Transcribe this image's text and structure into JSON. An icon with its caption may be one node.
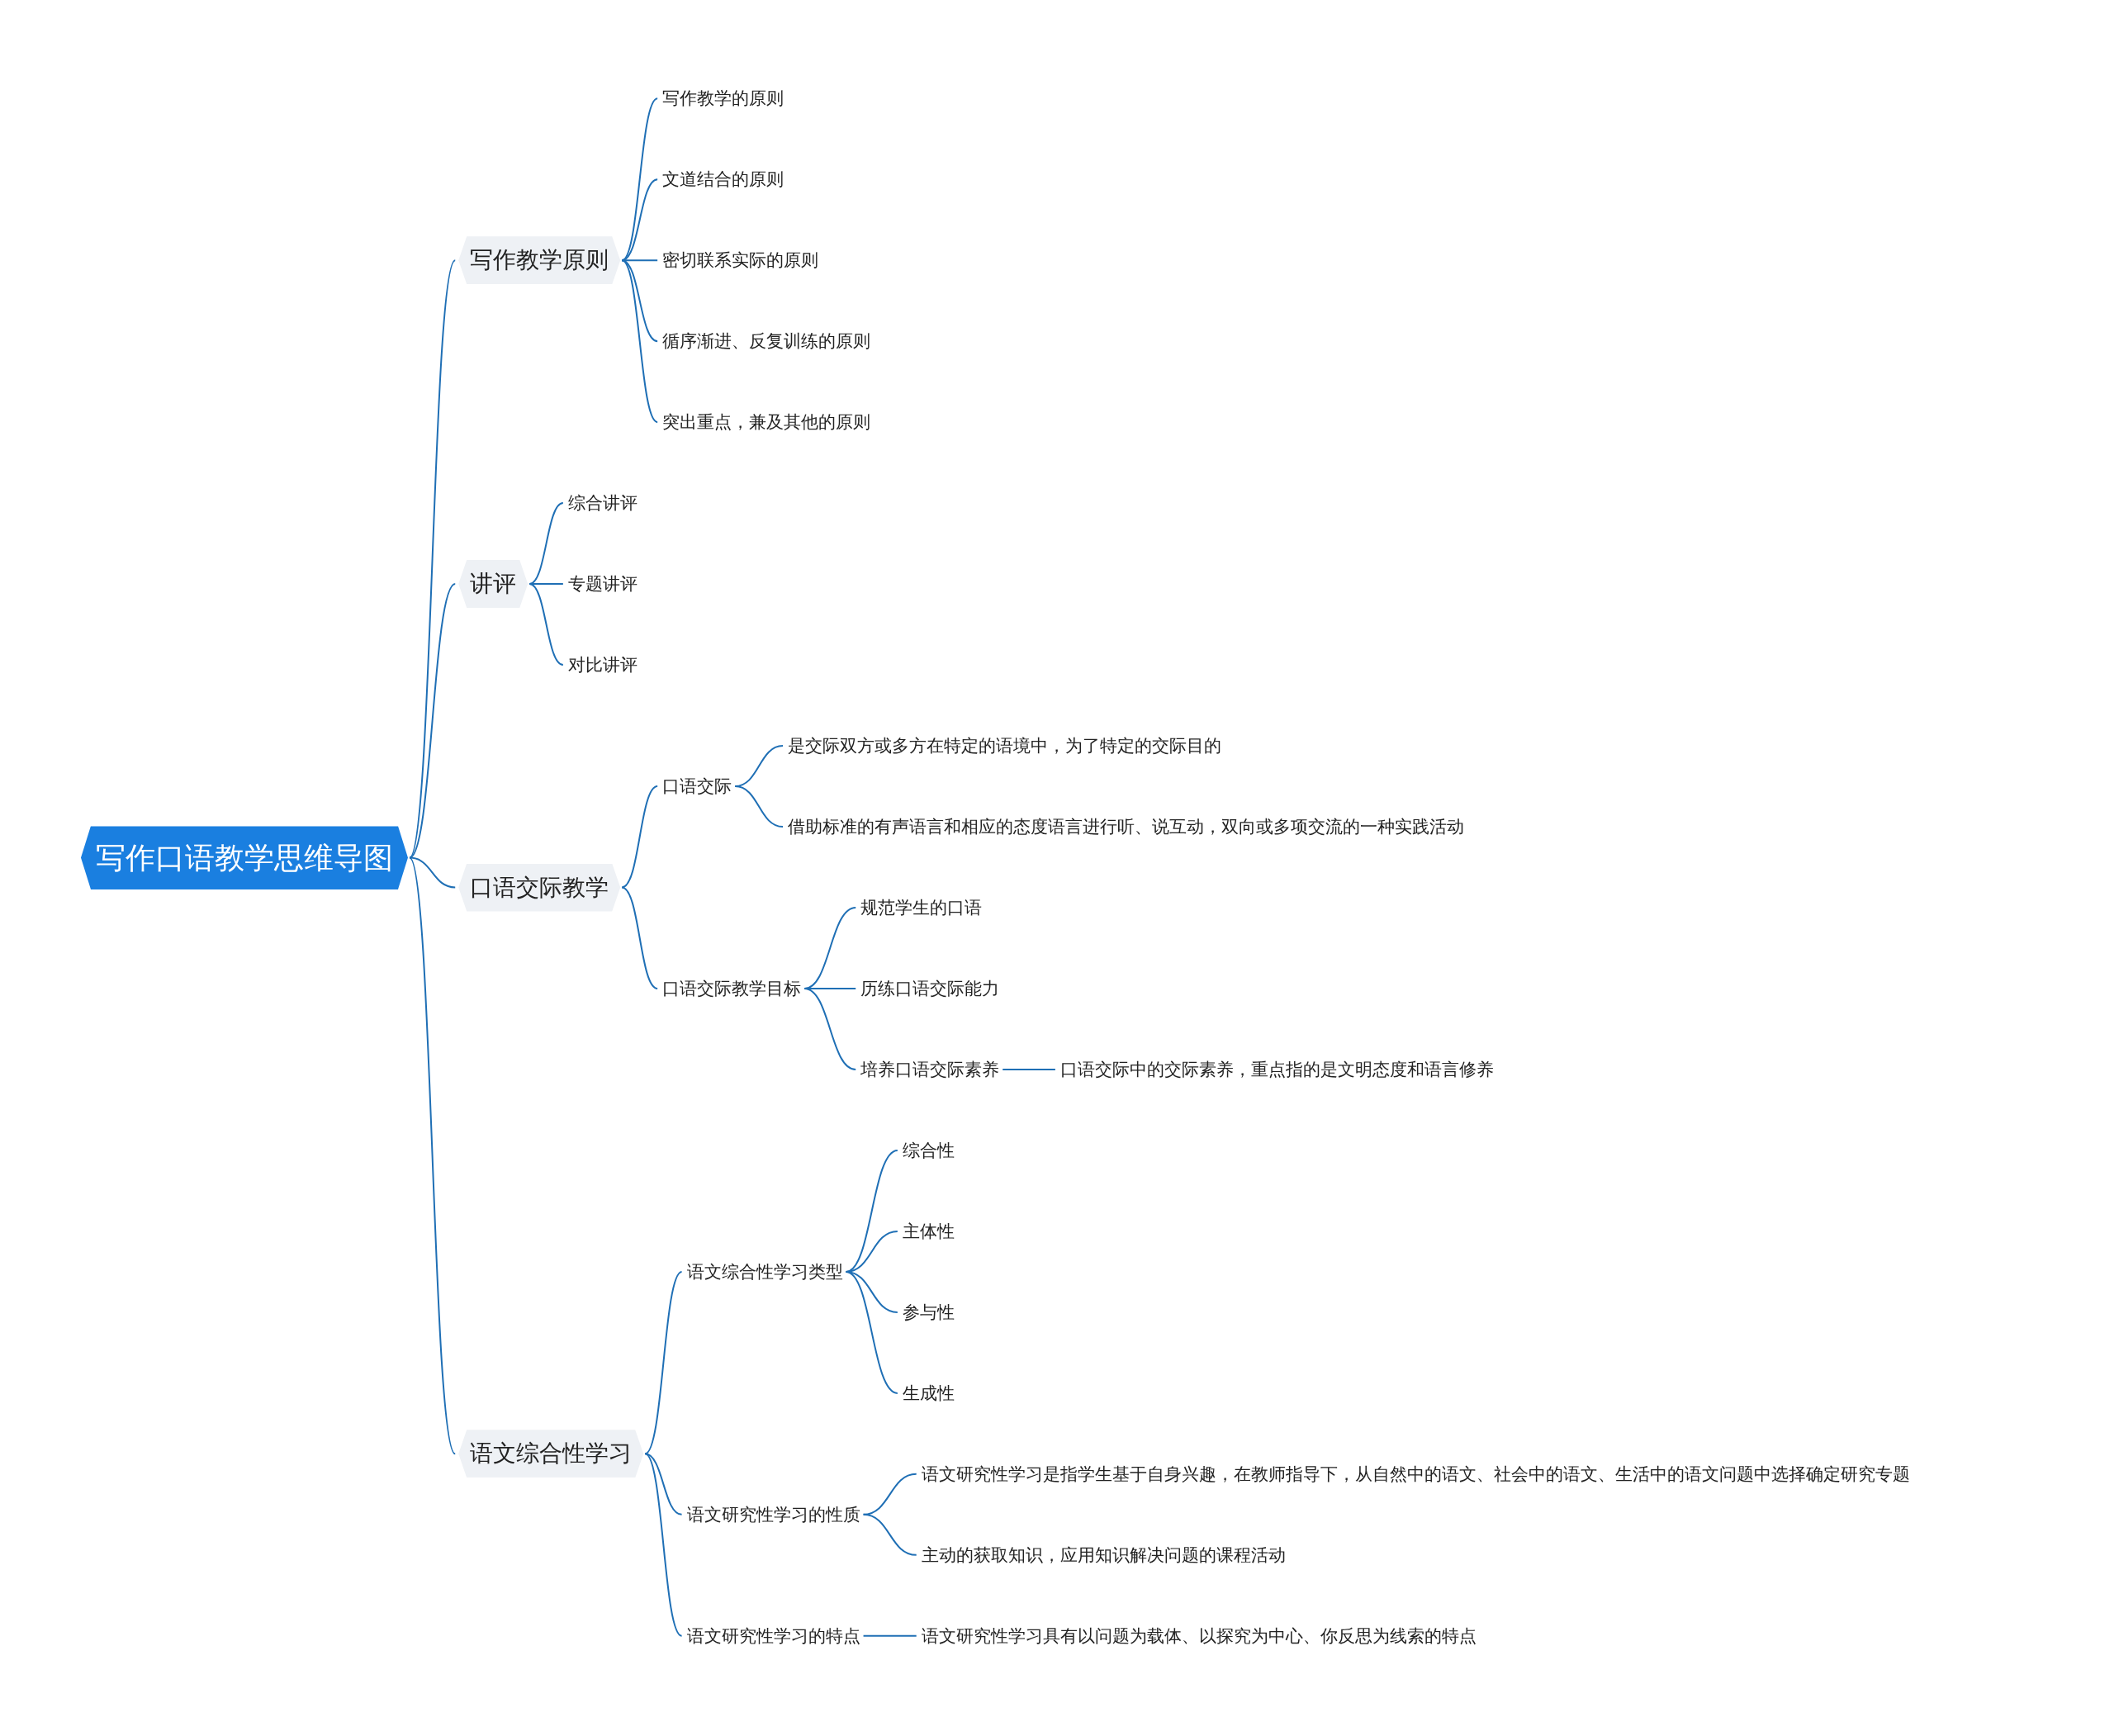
{
  "diagram": {
    "nodes": [
      {
        "text": [
          "写作口语教学思维导图"
        ]
      },
      {
        "text": [
          "写作教学原则"
        ]
      },
      {
        "text": [
          "写作教学的原则"
        ]
      },
      {
        "text": [
          "文道结合的原则"
        ]
      },
      {
        "text": [
          "密切联系实际的原则"
        ]
      },
      {
        "text": [
          "循序渐进、反复训练的原则"
        ]
      },
      {
        "text": [
          "突出重点，兼及其他的原则"
        ]
      },
      {
        "text": [
          "讲评"
        ]
      },
      {
        "text": [
          "综合讲评"
        ]
      },
      {
        "text": [
          "专题讲评"
        ]
      },
      {
        "text": [
          "对比讲评"
        ]
      },
      {
        "text": [
          "口语交际教学"
        ]
      },
      {
        "text": [
          "口语交际"
        ]
      },
      {
        "text": [
          "是交际双方或多方在特定的语境中，为了特定的交际目的"
        ]
      },
      {
        "text": [
          "借助标准的有声语言和相应的态度语言进行听、说互动，双向或多项交流的一种实践活动"
        ]
      },
      {
        "text": [
          "口语交际教学目标"
        ]
      },
      {
        "text": [
          "规范学生的口语"
        ]
      },
      {
        "text": [
          "历练口语交际能力"
        ]
      },
      {
        "text": [
          "培养口语交际素养"
        ]
      },
      {
        "text": [
          "口语交际中的交际素养，重点指的是文明态度和语言修养"
        ]
      },
      {
        "text": [
          "语文综合性学习"
        ]
      },
      {
        "text": [
          "语文综合性学习类型"
        ]
      },
      {
        "text": [
          "综合性"
        ]
      },
      {
        "text": [
          "主体性"
        ]
      },
      {
        "text": [
          "参与性"
        ]
      },
      {
        "text": [
          "生成性"
        ]
      },
      {
        "text": [
          "语文研究性学习的性质"
        ]
      },
      {
        "text": [
          "语文研究性学习是指学生基于自身兴趣，在教师指导下，从自然中的语文、社会中的语文、生活中的语文问题中选择确定研究专题"
        ]
      },
      {
        "text": [
          "主动的获取知识，应用知识解决问题的课程活动"
        ]
      },
      {
        "text": [
          "语文研究性学习的特点"
        ]
      },
      {
        "text": [
          "语文研究性学习具有以问题为载体、以探究为中心、你反思为线索的特点"
        ]
      }
    ],
    "edges": [
      {
        "from": 0,
        "to": 1,
        "arrow": "none"
      },
      {
        "from": 1,
        "to": 2,
        "arrow": "none"
      },
      {
        "from": 1,
        "to": 3,
        "arrow": "none"
      },
      {
        "from": 1,
        "to": 4,
        "arrow": "none"
      },
      {
        "from": 1,
        "to": 5,
        "arrow": "none"
      },
      {
        "from": 1,
        "to": 6,
        "arrow": "none"
      },
      {
        "from": 0,
        "to": 7,
        "arrow": "none"
      },
      {
        "from": 7,
        "to": 8,
        "arrow": "none"
      },
      {
        "from": 7,
        "to": 9,
        "arrow": "none"
      },
      {
        "from": 7,
        "to": 10,
        "arrow": "none"
      },
      {
        "from": 0,
        "to": 11,
        "arrow": "none"
      },
      {
        "from": 11,
        "to": 12,
        "arrow": "none"
      },
      {
        "from": 12,
        "to": 13,
        "arrow": "none"
      },
      {
        "from": 12,
        "to": 14,
        "arrow": "none"
      },
      {
        "from": 11,
        "to": 15,
        "arrow": "none"
      },
      {
        "from": 15,
        "to": 16,
        "arrow": "none"
      },
      {
        "from": 15,
        "to": 17,
        "arrow": "none"
      },
      {
        "from": 15,
        "to": 18,
        "arrow": "none"
      },
      {
        "from": 18,
        "to": 19,
        "arrow": "none"
      },
      {
        "from": 0,
        "to": 20,
        "arrow": "none"
      },
      {
        "from": 20,
        "to": 21,
        "arrow": "none"
      },
      {
        "from": 21,
        "to": 22,
        "arrow": "none"
      },
      {
        "from": 21,
        "to": 23,
        "arrow": "none"
      },
      {
        "from": 21,
        "to": 24,
        "arrow": "none"
      },
      {
        "from": 21,
        "to": 25,
        "arrow": "none"
      },
      {
        "from": 20,
        "to": 26,
        "arrow": "none"
      },
      {
        "from": 26,
        "to": 27,
        "arrow": "none"
      },
      {
        "from": 26,
        "to": 28,
        "arrow": "none"
      },
      {
        "from": 20,
        "to": 29,
        "arrow": "none"
      },
      {
        "from": 29,
        "to": 30,
        "arrow": "none"
      }
    ]
  }
}
